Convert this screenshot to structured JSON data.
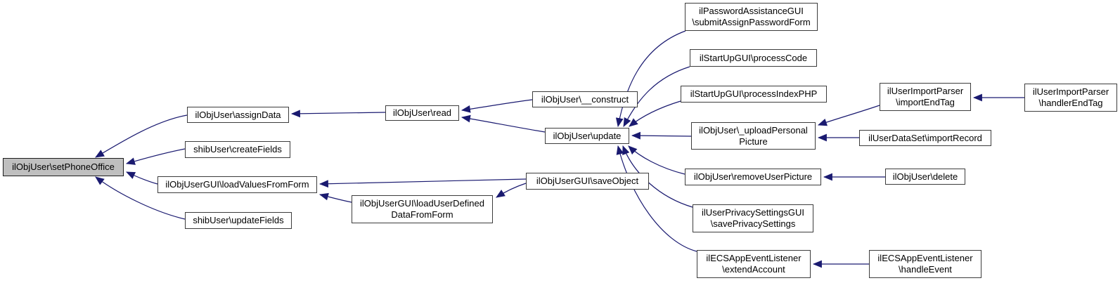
{
  "diagram": {
    "type": "caller-graph",
    "root": "ilObjUser\\setPhoneOffice",
    "edge_color": "#1a1a70",
    "node_fill": "#ffffff",
    "root_fill": "#bfbfbf",
    "border_color": "#3c3c3c",
    "background": "#ffffff"
  },
  "nodes": {
    "setPhoneOffice": {
      "label": "ilObjUser\\setPhoneOffice"
    },
    "assignData": {
      "label": "ilObjUser\\assignData"
    },
    "createFields": {
      "label": "shibUser\\createFields"
    },
    "loadValuesFromForm": {
      "label": "ilObjUserGUI\\loadValuesFromForm"
    },
    "updateFields": {
      "label": "shibUser\\updateFields"
    },
    "read": {
      "label": "ilObjUser\\read"
    },
    "construct": {
      "label": "ilObjUser\\__construct"
    },
    "update": {
      "label": "ilObjUser\\update"
    },
    "saveObject": {
      "label": "ilObjUserGUI\\saveObject"
    },
    "loadUserDefinedDataFromForm": {
      "label": "ilObjUserGUI\\loadUserDefined\nDataFromForm"
    },
    "submitAssignPasswordForm": {
      "label": "ilPasswordAssistanceGUI\n\\submitAssignPasswordForm"
    },
    "processCode": {
      "label": "ilStartUpGUI\\processCode"
    },
    "processIndexPHP": {
      "label": "ilStartUpGUI\\processIndexPHP"
    },
    "uploadPersonalPicture": {
      "label": "ilObjUser\\_uploadPersonal\nPicture"
    },
    "removeUserPicture": {
      "label": "ilObjUser\\removeUserPicture"
    },
    "savePrivacySettings": {
      "label": "ilUserPrivacySettingsGUI\n\\savePrivacySettings"
    },
    "extendAccount": {
      "label": "ilECSAppEventListener\n\\extendAccount"
    },
    "importEndTag": {
      "label": "ilUserImportParser\n\\importEndTag"
    },
    "handlerEndTag": {
      "label": "ilUserImportParser\n\\handlerEndTag"
    },
    "importRecord": {
      "label": "ilUserDataSet\\importRecord"
    },
    "delete": {
      "label": "ilObjUser\\delete"
    },
    "handleEvent": {
      "label": "ilECSAppEventListener\n\\handleEvent"
    }
  },
  "edges": [
    {
      "from": "assignData",
      "to": "setPhoneOffice"
    },
    {
      "from": "createFields",
      "to": "setPhoneOffice"
    },
    {
      "from": "loadValuesFromForm",
      "to": "setPhoneOffice"
    },
    {
      "from": "updateFields",
      "to": "setPhoneOffice"
    },
    {
      "from": "read",
      "to": "assignData"
    },
    {
      "from": "construct",
      "to": "read"
    },
    {
      "from": "update",
      "to": "read"
    },
    {
      "from": "submitAssignPasswordForm",
      "to": "update"
    },
    {
      "from": "processCode",
      "to": "update"
    },
    {
      "from": "processIndexPHP",
      "to": "update"
    },
    {
      "from": "uploadPersonalPicture",
      "to": "update"
    },
    {
      "from": "removeUserPicture",
      "to": "update"
    },
    {
      "from": "savePrivacySettings",
      "to": "update"
    },
    {
      "from": "extendAccount",
      "to": "update"
    },
    {
      "from": "saveObject",
      "to": "loadValuesFromForm"
    },
    {
      "from": "saveObject",
      "to": "loadUserDefinedDataFromForm"
    },
    {
      "from": "loadUserDefinedDataFromForm",
      "to": "loadValuesFromForm"
    },
    {
      "from": "importEndTag",
      "to": "uploadPersonalPicture"
    },
    {
      "from": "importRecord",
      "to": "uploadPersonalPicture"
    },
    {
      "from": "delete",
      "to": "removeUserPicture"
    },
    {
      "from": "handlerEndTag",
      "to": "importEndTag"
    },
    {
      "from": "handleEvent",
      "to": "extendAccount"
    }
  ]
}
